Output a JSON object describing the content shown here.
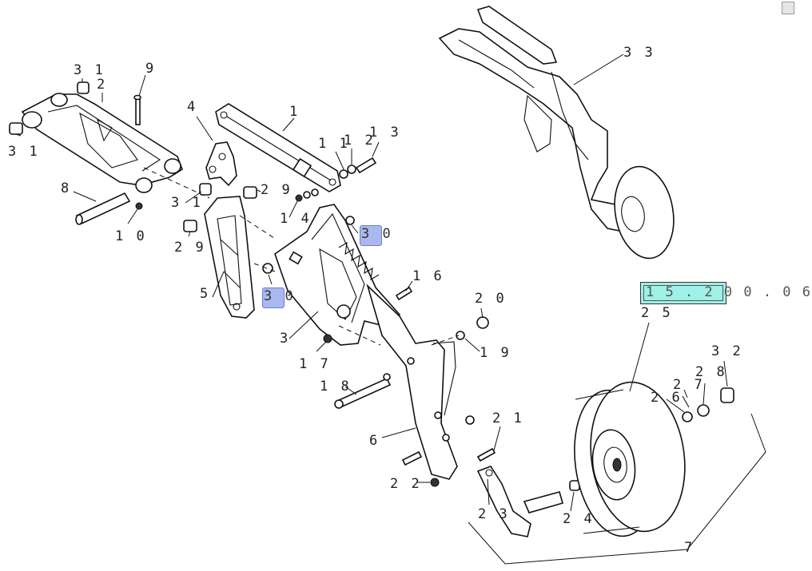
{
  "callouts": [
    {
      "id": "31a",
      "text": "3 1"
    },
    {
      "id": "2",
      "text": "2"
    },
    {
      "id": "9",
      "text": "9"
    },
    {
      "id": "31b",
      "text": "3 1"
    },
    {
      "id": "8",
      "text": "8"
    },
    {
      "id": "10",
      "text": "1 0"
    },
    {
      "id": "4",
      "text": "4"
    },
    {
      "id": "1",
      "text": "1"
    },
    {
      "id": "11",
      "text": "1 1"
    },
    {
      "id": "12",
      "text": "1 2"
    },
    {
      "id": "13",
      "text": "1 3"
    },
    {
      "id": "31c",
      "text": "3 1"
    },
    {
      "id": "29a",
      "text": "2 9"
    },
    {
      "id": "14",
      "text": "1 4"
    },
    {
      "id": "29b",
      "text": "2 9"
    },
    {
      "id": "5",
      "text": "5"
    },
    {
      "id": "3",
      "text": "3"
    },
    {
      "id": "16",
      "text": "1 6"
    },
    {
      "id": "20",
      "text": "2 0"
    },
    {
      "id": "19",
      "text": "1 9"
    },
    {
      "id": "17",
      "text": "1 7"
    },
    {
      "id": "18",
      "text": "1 8"
    },
    {
      "id": "6",
      "text": "6"
    },
    {
      "id": "21",
      "text": "2 1"
    },
    {
      "id": "22",
      "text": "2 2"
    },
    {
      "id": "23",
      "text": "2 3"
    },
    {
      "id": "24",
      "text": "2 4"
    },
    {
      "id": "33",
      "text": "3 3"
    },
    {
      "id": "25",
      "text": "2 5"
    },
    {
      "id": "26",
      "text": "2 6"
    },
    {
      "id": "27",
      "text": "2 7"
    },
    {
      "id": "28",
      "text": "2 8"
    },
    {
      "id": "32",
      "text": "3 2"
    },
    {
      "id": "7",
      "text": "7"
    }
  ],
  "highlighted_callouts": [
    {
      "id": "30a",
      "text": "3 0"
    },
    {
      "id": "30b",
      "text": "3 0"
    }
  ],
  "reference_label": "1 5 . 2 0 0 . 0 6",
  "colors": {
    "highlight_fill": "#aab8f0",
    "reference_fill": "#9ff0e6",
    "line": "#111111"
  },
  "icons": {
    "corner_control": "window-corner-icon"
  }
}
